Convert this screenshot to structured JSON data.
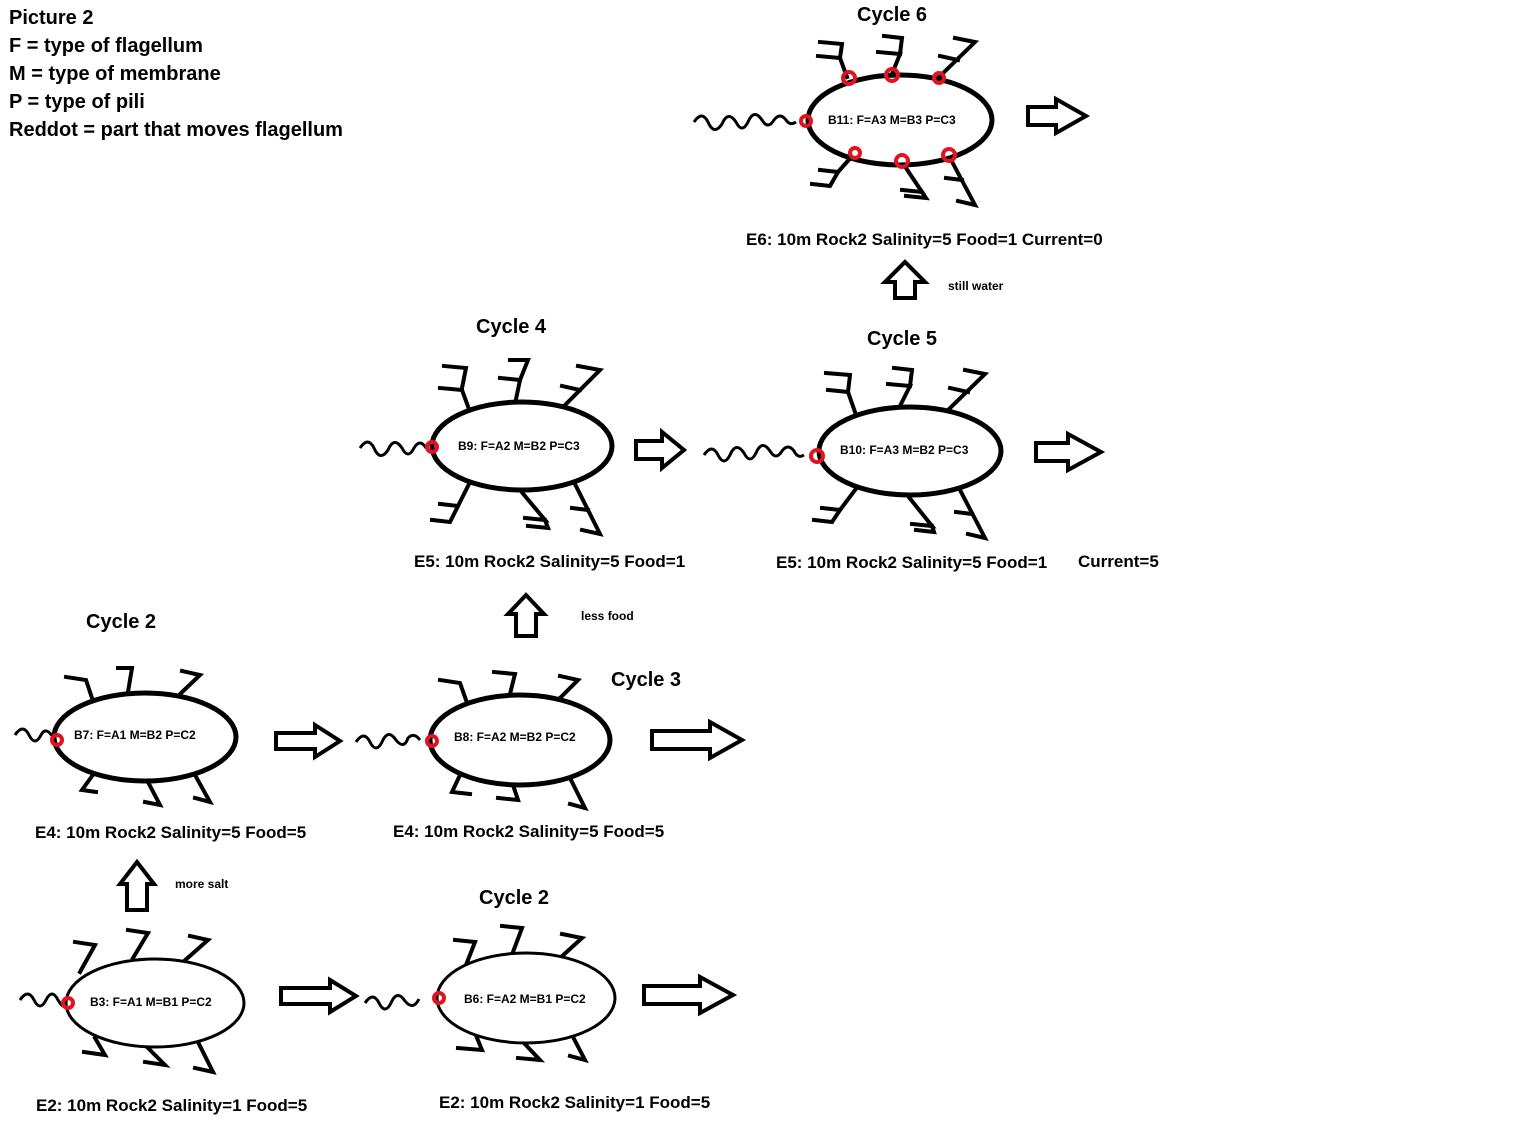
{
  "legend": {
    "title": "Picture 2",
    "f_line": "F = type of flagellum",
    "m_line": "M = type of membrane",
    "p_line": "P = type of pili",
    "dot_line": "Reddot = part that moves flagellum"
  },
  "cycles": {
    "c2_top": "Cycle 2",
    "c2_bottom": "Cycle 2",
    "c3": "Cycle 3",
    "c4": "Cycle 4",
    "c5": "Cycle 5",
    "c6": "Cycle 6"
  },
  "bacteria": {
    "b3": "B3: F=A1 M=B1 P=C2",
    "b6": "B6: F=A2 M=B1 P=C2",
    "b7": "B7: F=A1 M=B2 P=C2",
    "b8": "B8: F=A2 M=B2 P=C2",
    "b9": "B9: F=A2 M=B2 P=C3",
    "b10": "B10: F=A3 M=B2 P=C3",
    "b11": "B11: F=A3 M=B3 P=C3"
  },
  "environments": {
    "e2_left": "E2: 10m Rock2 Salinity=1 Food=5",
    "e2_right": "E2: 10m Rock2 Salinity=1 Food=5",
    "e4_left": "E4: 10m Rock2 Salinity=5 Food=5",
    "e4_right": "E4: 10m Rock2 Salinity=5 Food=5",
    "e5_left": "E5: 10m Rock2 Salinity=5 Food=1",
    "e5_right": "E5: 10m Rock2 Salinity=5 Food=1",
    "e5_right_current": "Current=5",
    "e6": "E6: 10m Rock2 Salinity=5 Food=1 Current=0"
  },
  "transitions": {
    "more_salt": "more salt",
    "less_food": "less food",
    "still_water": "still water"
  },
  "colors": {
    "outline": "#000000",
    "motor_dot": "#e0141e",
    "background": "#ffffff"
  }
}
